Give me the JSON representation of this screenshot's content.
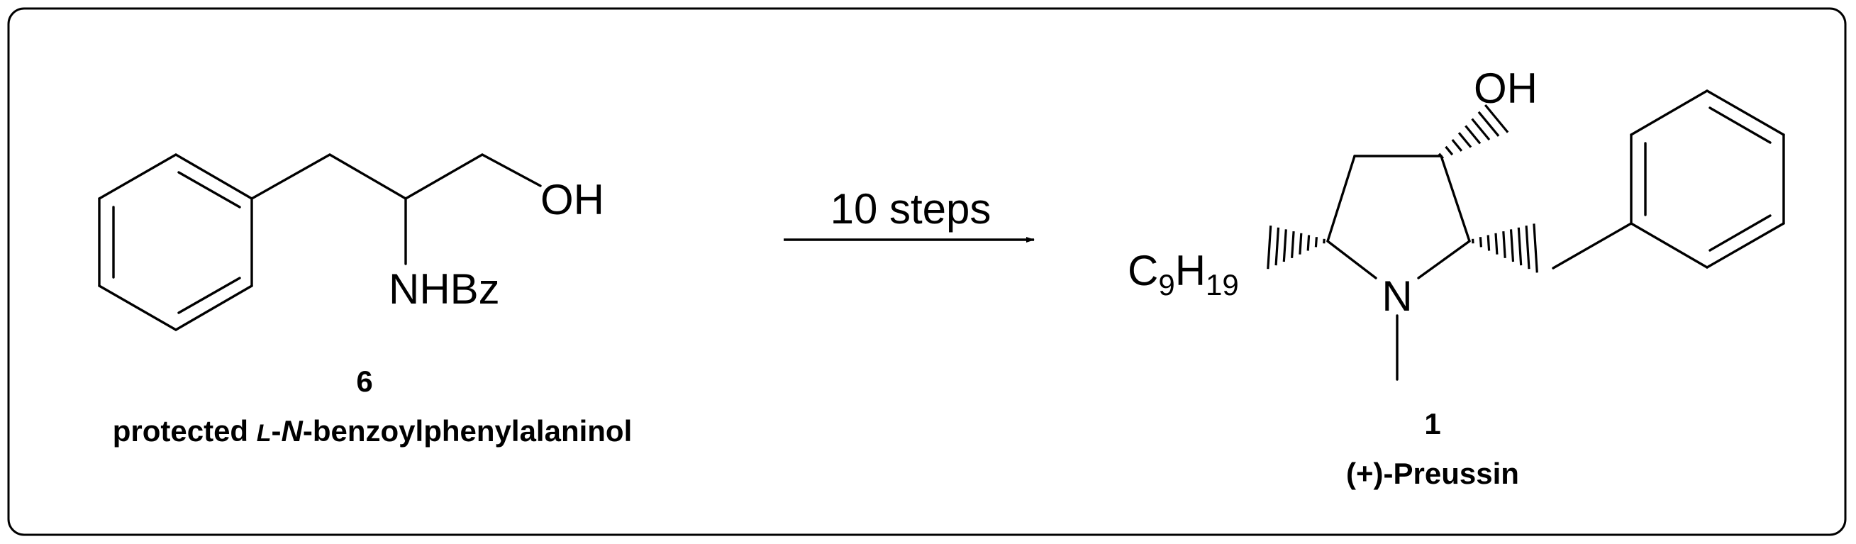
{
  "scheme": {
    "starting_material": {
      "atoms": {
        "oh": "OH",
        "nhbz": "NHBz"
      },
      "compound_number": "6",
      "name_parts": {
        "prefix": "protected ",
        "stereo": "L",
        "dash1": "-",
        "n": "N",
        "suffix": "-benzoylphenylalaninol"
      }
    },
    "reaction_arrow": {
      "label": "10 steps"
    },
    "product": {
      "atoms": {
        "oh": "OH",
        "n": "N",
        "c": "C",
        "c_sub": "9",
        "h": "H",
        "h_sub": "19"
      },
      "compound_number": "1",
      "name": "(+)-Preussin"
    }
  }
}
